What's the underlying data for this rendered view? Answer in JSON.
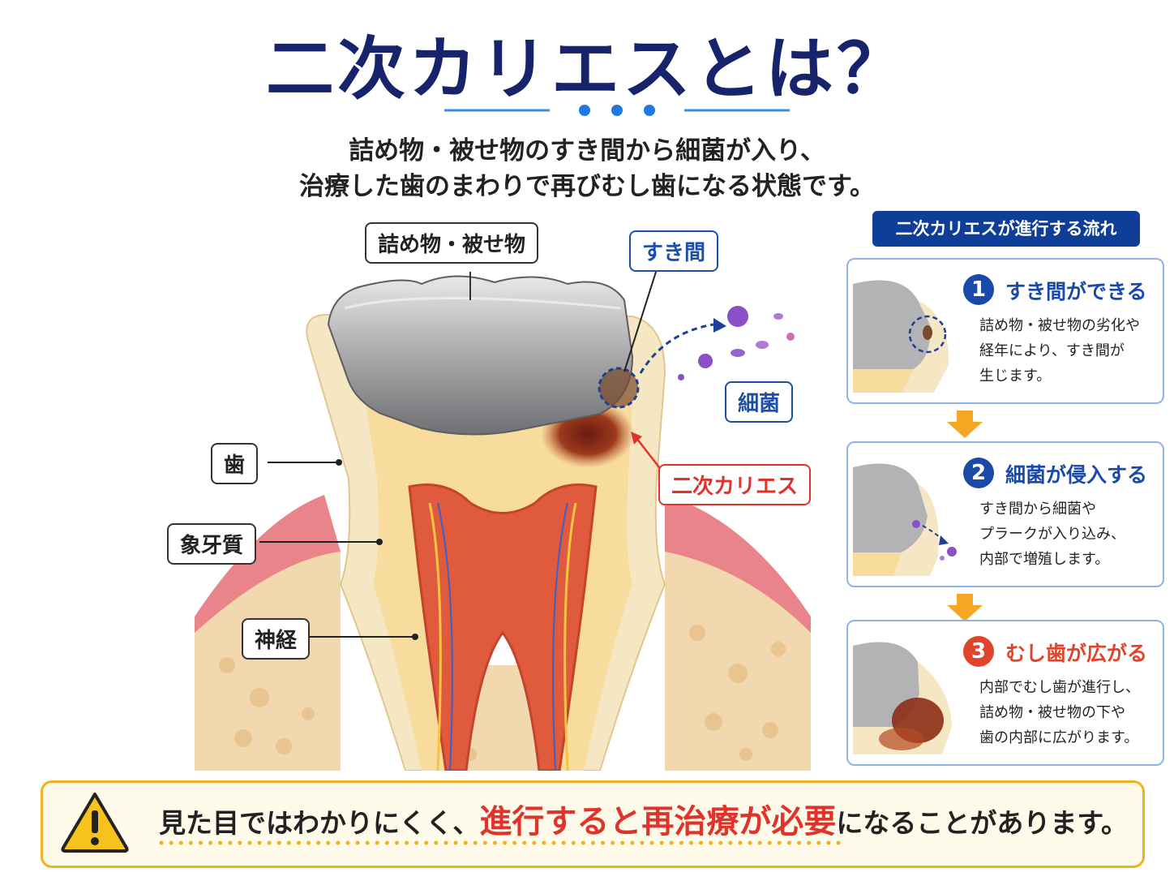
{
  "title": "二次カリエスとは？",
  "subtitle": {
    "line1": "詰め物・被せ物のすき間から細菌が入り、",
    "line2": "治療した歯のまわりで再びむし歯になる状態です。"
  },
  "labels": {
    "filling": "詰め物・被せ物",
    "gap": "すき間",
    "bacteria": "細菌",
    "secondary_caries": "二次カリエス",
    "tooth": "歯",
    "dentin": "象牙質",
    "nerve": "神経"
  },
  "flow": {
    "title": "二次カリエスが進行する流れ",
    "steps": [
      {
        "number": "1",
        "title": "すき間ができる",
        "color": "#1a4aa8",
        "desc": [
          "詰め物・被せ物の劣化や",
          "経年により、すき間が",
          "生じます。"
        ]
      },
      {
        "number": "2",
        "title": "細菌が侵入する",
        "color": "#1a4aa8",
        "desc": [
          "すき間から細菌や",
          "プラークが入り込み、",
          "内部で増殖します。"
        ]
      },
      {
        "number": "3",
        "title": "むし歯が広がる",
        "color": "#e0442b",
        "desc": [
          "内部でむし歯が進行し、",
          "詰め物・被せ物の下や",
          "歯の内部に広がります。"
        ]
      }
    ]
  },
  "warning": {
    "pre": "見た目ではわかりにくく、",
    "highlight": "進行すると再治療が必要",
    "post": "になることがあります。"
  },
  "colors": {
    "title": "#17246b",
    "accent_blue": "#1e4fa8",
    "accent_red": "#e0332b",
    "arrow_orange": "#f5a623",
    "warning_border": "#f2b21c"
  }
}
